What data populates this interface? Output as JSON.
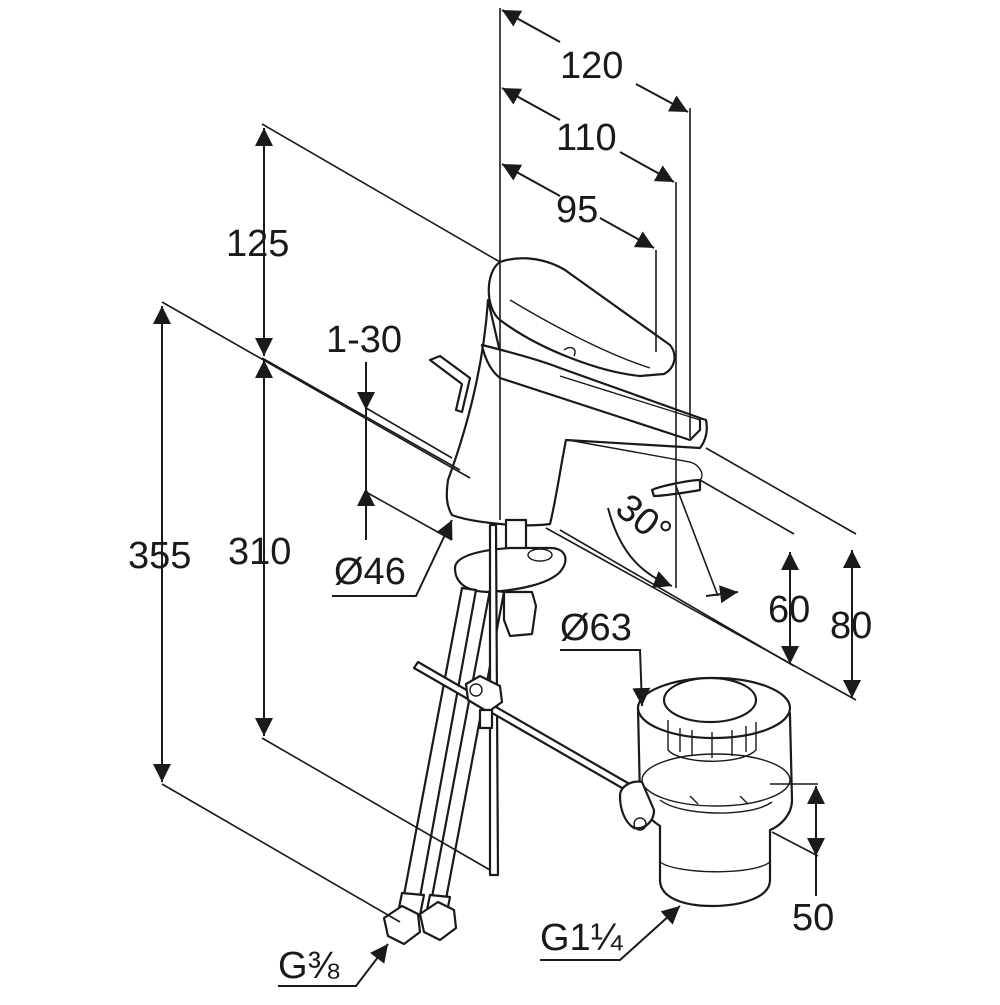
{
  "colors": {
    "line": "#1a1a1a",
    "background": "#ffffff"
  },
  "dimensions": {
    "d120": "120",
    "d110": "110",
    "d95": "95",
    "d125": "125",
    "d1_30": "1-30",
    "d355": "355",
    "d310": "310",
    "d46": "Ø46",
    "angle30": "30°",
    "d60": "60",
    "d80": "80",
    "d63": "Ø63",
    "d50": "50",
    "thread_waste": "G1¼",
    "thread_supply": "G⅜"
  }
}
